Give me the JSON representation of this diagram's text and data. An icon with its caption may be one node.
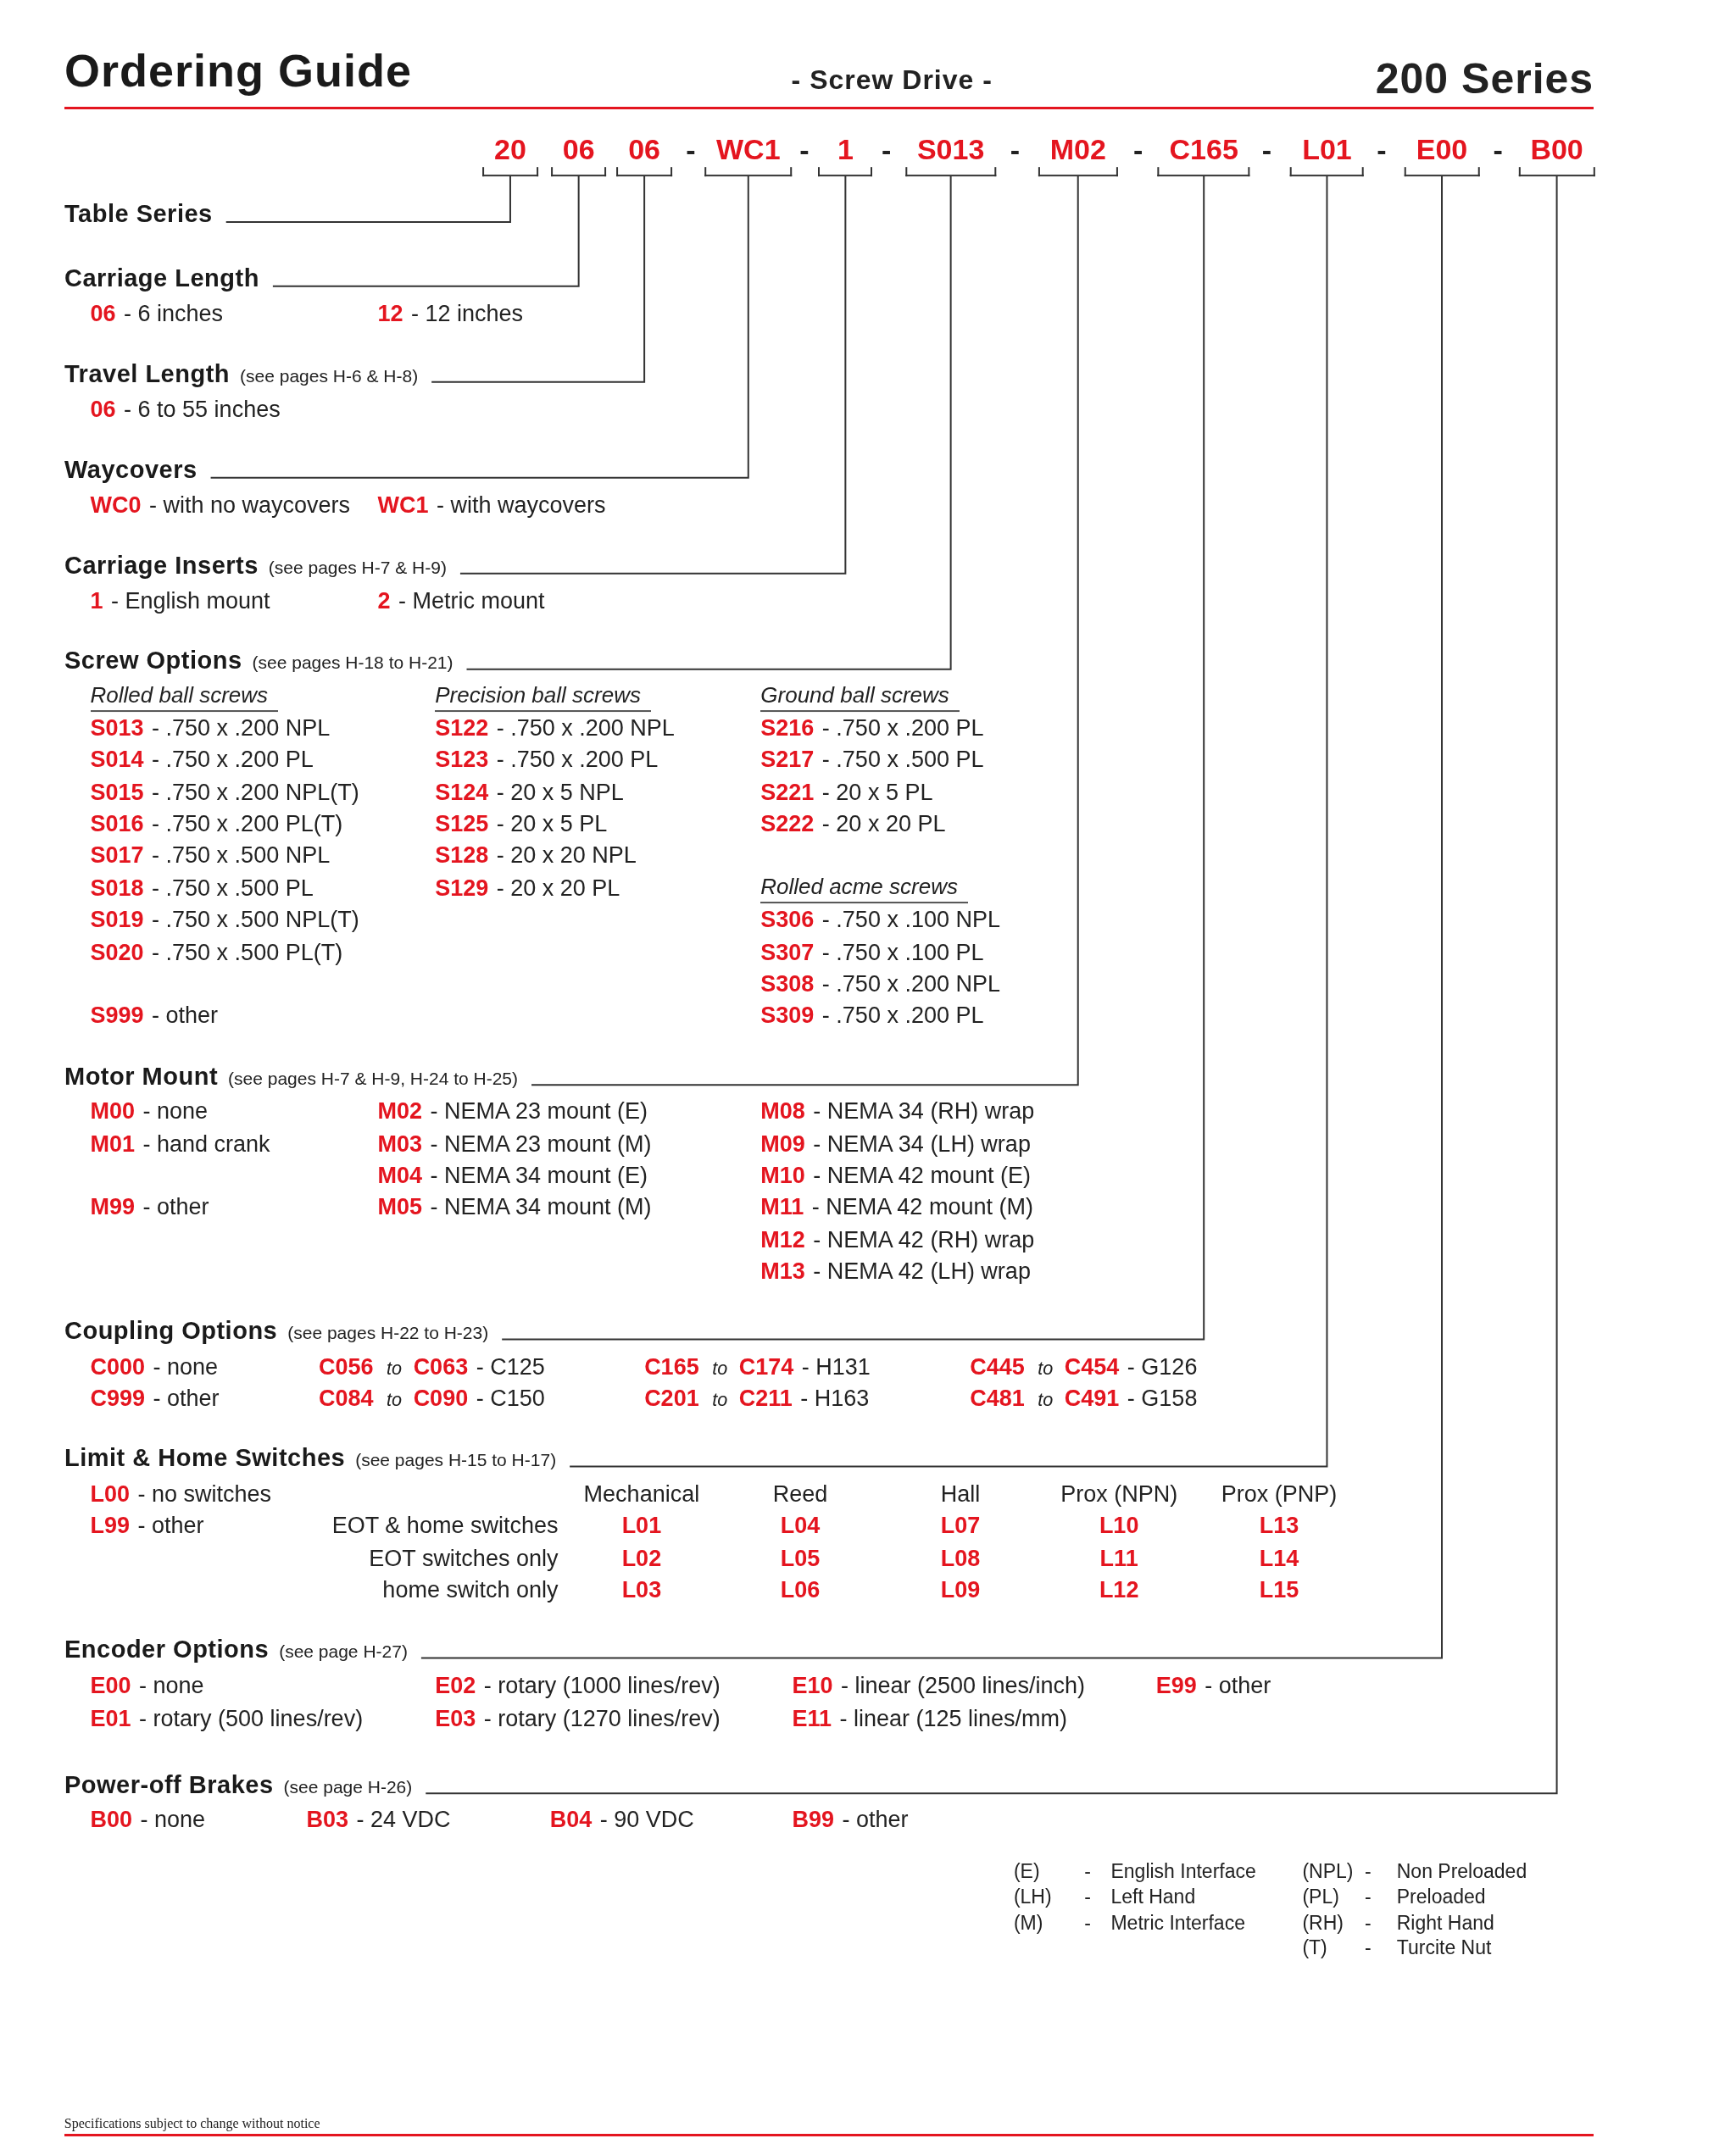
{
  "diagram": {
    "title": "Ordering Guide",
    "nodes": [
      {
        "text": [
          "20"
        ]
      },
      {
        "text": [
          "06"
        ]
      },
      {
        "text": [
          "06"
        ]
      },
      {
        "text": [
          "WC1"
        ]
      },
      {
        "text": [
          "1"
        ]
      },
      {
        "text": [
          "S013"
        ]
      },
      {
        "text": [
          "M02"
        ]
      },
      {
        "text": [
          "C165"
        ]
      },
      {
        "text": [
          "L01"
        ]
      },
      {
        "text": [
          "E00"
        ]
      },
      {
        "text": [
          "B00"
        ]
      },
      {
        "text": [
          "Table Series"
        ]
      },
      {
        "text": [
          "Carriage Length"
        ]
      },
      {
        "text": [
          "Travel Length",
          "(see pages H-6 & H-8)"
        ]
      },
      {
        "text": [
          "Waycovers"
        ]
      },
      {
        "text": [
          "Carriage Inserts",
          "(see pages H-7 & H-9)"
        ]
      },
      {
        "text": [
          "Screw Options",
          "(see pages H-18 to H-21)"
        ]
      },
      {
        "text": [
          "Motor Mount",
          "(see pages H-7 & H-9, H-24 to H-25)"
        ]
      },
      {
        "text": [
          "Coupling Options",
          "(see pages H-22 to H-23)"
        ]
      },
      {
        "text": [
          "Limit & Home Switches",
          "(see pages H-15 to H-17)"
        ]
      },
      {
        "text": [
          "Encoder Options",
          "(see page H-27)"
        ]
      },
      {
        "text": [
          "Power-off Brakes",
          "(see page H-26)"
        ]
      }
    ],
    "edges": [
      {
        "from": 0,
        "to": 11,
        "arrow": "none"
      },
      {
        "from": 1,
        "to": 12,
        "arrow": "none"
      },
      {
        "from": 2,
        "to": 13,
        "arrow": "none"
      },
      {
        "from": 3,
        "to": 14,
        "arrow": "none"
      },
      {
        "from": 4,
        "to": 15,
        "arrow": "none"
      },
      {
        "from": 5,
        "to": 16,
        "arrow": "none"
      },
      {
        "from": 6,
        "to": 17,
        "arrow": "none"
      },
      {
        "from": 7,
        "to": 18,
        "arrow": "none"
      },
      {
        "from": 8,
        "to": 19,
        "arrow": "none"
      },
      {
        "from": 9,
        "to": 20,
        "arrow": "none"
      },
      {
        "from": 10,
        "to": 21,
        "arrow": "none"
      }
    ],
    "labels": [
      "- Screw Drive -",
      "200 Series",
      "-",
      "-",
      "-",
      "-",
      "-",
      "-",
      "-",
      "-",
      "**06** - 6 inches",
      "**12** - 12 inches",
      "**06** - 6 to 55 inches",
      "**WC0** - with no waycovers",
      "**WC1** - with waycovers",
      "**1** - English mount",
      "**2** - Metric mount",
      "Rolled ball screws",
      "Precision ball screws",
      "Ground ball screws",
      "**S013** - .750 x .200 NPL",
      "**S122** - .750 x .200 NPL",
      "**S216** - .750 x .200 PL",
      "**S014** - .750 x .200 PL",
      "**S123** - .750 x .200 PL",
      "**S217** - .750 x .500 PL",
      "**S015** - .750 x .200 NPL(T)",
      "**S124** - 20 x 5 NPL",
      "**S221** - 20 x 5 PL",
      "**S016** - .750 x .200 PL(T)",
      "**S125** - 20 x 5 PL",
      "**S222** - 20 x 20 PL",
      "**S017** - .750 x .500 NPL",
      "**S128** - 20 x 20 NPL",
      "**S018** - .750 x .500 PL",
      "**S129** - 20 x 20 PL",
      "Rolled acme screws",
      "**S019** - .750 x .500 NPL(T)",
      "**S306** - .750 x .100 NPL",
      "**S020** - .750 x .500 PL(T)",
      "**S307** - .750 x .100 PL",
      "**S308** - .750 x .200 NPL",
      "**S999** - other",
      "**S309** - .750 x .200 PL",
      "**M00** - none",
      "**M02** - NEMA 23 mount (E)",
      "**M08** - NEMA 34 (RH) wrap",
      "**M01** - hand crank",
      "**M03** - NEMA 23 mount (M)",
      "**M09** - NEMA 34 (LH) wrap",
      "**M04** - NEMA 34 mount (E)",
      "**M10** - NEMA 42 mount (E)",
      "**M99** - other",
      "**M05** - NEMA 34 mount (M)",
      "**M11** - NEMA 42 mount (M)",
      "**M12** - NEMA 42 (RH) wrap",
      "**M13** - NEMA 42 (LH) wrap",
      "**C000** - none",
      "**C056** *to* **C063** - C125",
      "**C165** *to* **C174** - H131",
      "**C445** *to* **C454** - G126",
      "**C999** - other",
      "**C084** *to* **C090** - C150",
      "**C201** *to* **C211** - H163",
      "**C481** *to* **C491** - G158",
      "**L00** - no switches",
      "Mechanical",
      "Reed",
      "Hall",
      "Prox (NPN)",
      "Prox (PNP)",
      "**L99** - other",
      "EOT & home switches",
      "L01",
      "L04",
      "L07",
      "L10",
      "L13",
      "EOT switches only",
      "L02",
      "L05",
      "L08",
      "L11",
      "L14",
      "home switch only",
      "L03",
      "L06",
      "L09",
      "L12",
      "L15",
      "**E00** - none",
      "**E02** - rotary (1000 lines/rev)",
      "**E10** - linear (2500 lines/inch)",
      "**E99** - other",
      "**E01** - rotary (500 lines/rev)",
      "**E03** - rotary (1270 lines/rev)",
      "**E11** - linear (125 lines/mm)",
      "**B00** - none",
      "**B03** - 24 VDC",
      "**B04** - 90 VDC",
      "**B99** - other",
      "(E)",
      "-",
      "English Interface",
      "(NPL)",
      "-",
      "Non Preloaded",
      "(LH)",
      "-",
      "Left Hand",
      "(PL)",
      "-",
      "Preloaded",
      "(M)",
      "-",
      "Metric Interface",
      "(RH)",
      "-",
      "Right Hand",
      "(T)",
      "-",
      "Turcite Nut",
      "Specifications subject to change without notice"
    ]
  }
}
